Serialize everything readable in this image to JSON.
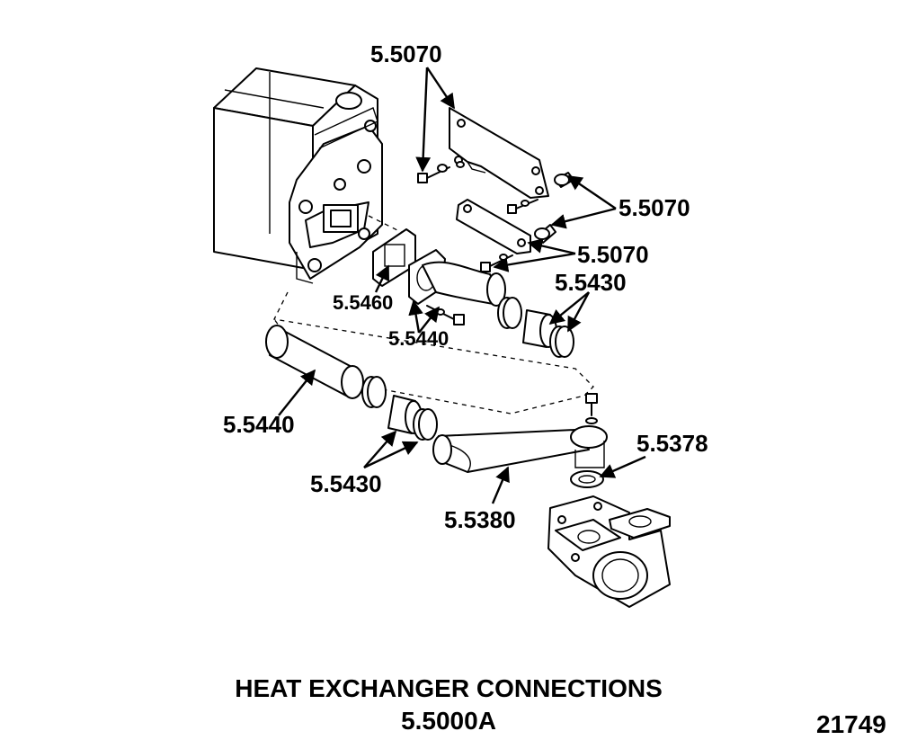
{
  "caption": {
    "title": "HEAT EXCHANGER CONNECTIONS",
    "reference": "5.5000A",
    "figure_number": "21749"
  },
  "callouts": [
    {
      "id": "c1",
      "text": "5.5070"
    },
    {
      "id": "c2",
      "text": "5.5070"
    },
    {
      "id": "c3",
      "text": "5.5070"
    },
    {
      "id": "c4",
      "text": "5.5430"
    },
    {
      "id": "c5",
      "text": "5.5460"
    },
    {
      "id": "c6",
      "text": "5.5440"
    },
    {
      "id": "c7",
      "text": "5.5440"
    },
    {
      "id": "c8",
      "text": "5.5430"
    },
    {
      "id": "c9",
      "text": "5.5378"
    },
    {
      "id": "c10",
      "text": "5.5380"
    }
  ],
  "parts": [
    {
      "name": "heat-exchanger"
    },
    {
      "name": "mounting-bracket"
    },
    {
      "name": "gasket"
    },
    {
      "name": "elbow"
    },
    {
      "name": "hose"
    },
    {
      "name": "clamp"
    },
    {
      "name": "pipe"
    },
    {
      "name": "exhaust-pipe"
    },
    {
      "name": "exhaust-elbow"
    },
    {
      "name": "bolt"
    }
  ]
}
